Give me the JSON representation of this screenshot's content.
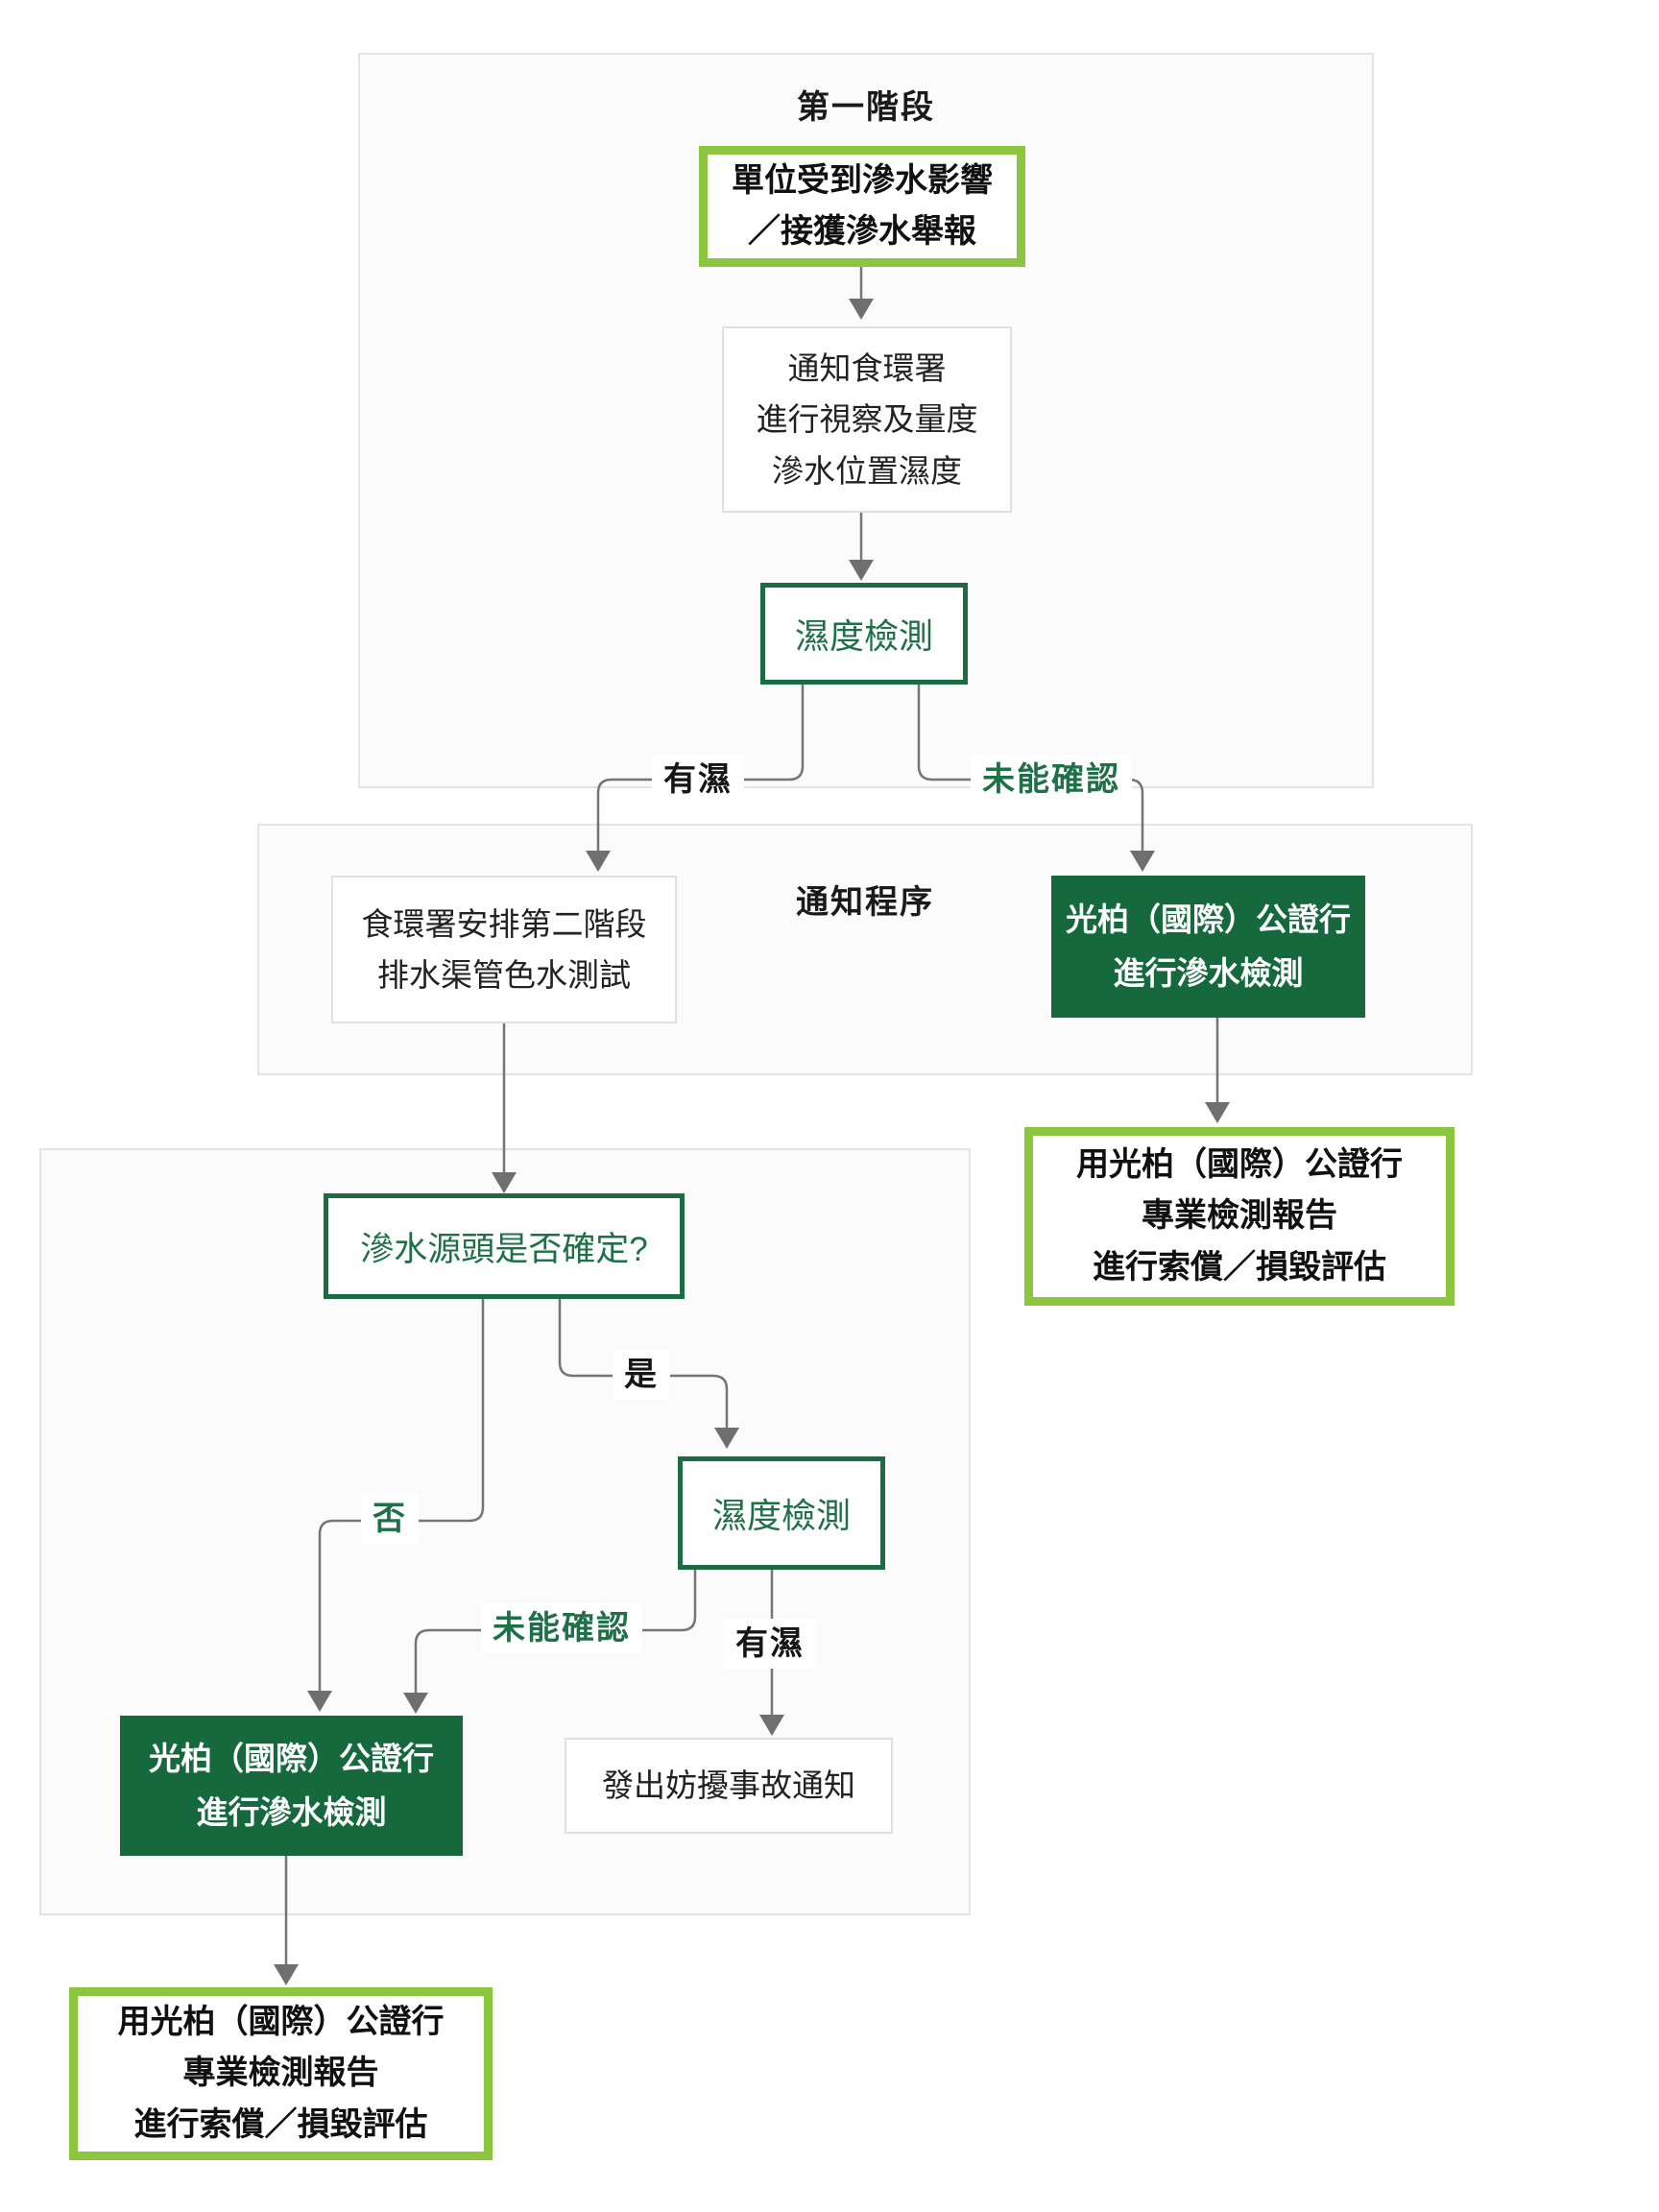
{
  "colors": {
    "accent_light_green": "#8CC63E",
    "accent_dark_green": "#15693D",
    "green_text": "#1E7046",
    "line_gray": "#757575",
    "plain_border": "#E0E0E0",
    "section_bg": "#FBFBFB"
  },
  "sections": {
    "phase1": {
      "title": "第一階段"
    },
    "notice": {
      "title": "通知程序"
    },
    "stage2": {
      "title": ""
    }
  },
  "nodes": {
    "affected_unit": "單位受到滲水影響\n／接獲滲水舉報",
    "notify_fehd": "通知食環署\n進行視察及量度\n滲水位置濕度",
    "moisture_test_1": "濕度檢測",
    "fehd_stage2": "食環署安排第二階段\n排水渠管色水測試",
    "kb_survey_1": "光柏（國際）公證行\n進行滲水檢測",
    "claim_report_right": "用光柏（國際）公證行\n專業檢測報告\n進行索償／損毀評估",
    "source_question": "滲水源頭是否確定?",
    "moisture_test_2": "濕度檢測",
    "kb_survey_2": "光柏（國際）公證行\n進行滲水檢測",
    "nuisance_notice": "發出妨擾事故通知",
    "claim_report_bottom": "用光柏（國際）公證行\n專業檢測報告\n進行索償／損毀評估"
  },
  "edge_labels": {
    "wet_1": "有濕",
    "unconfirmed_1": "未能確認",
    "yes": "是",
    "no": "否",
    "unconfirmed_2": "未能確認",
    "wet_2": "有濕"
  }
}
